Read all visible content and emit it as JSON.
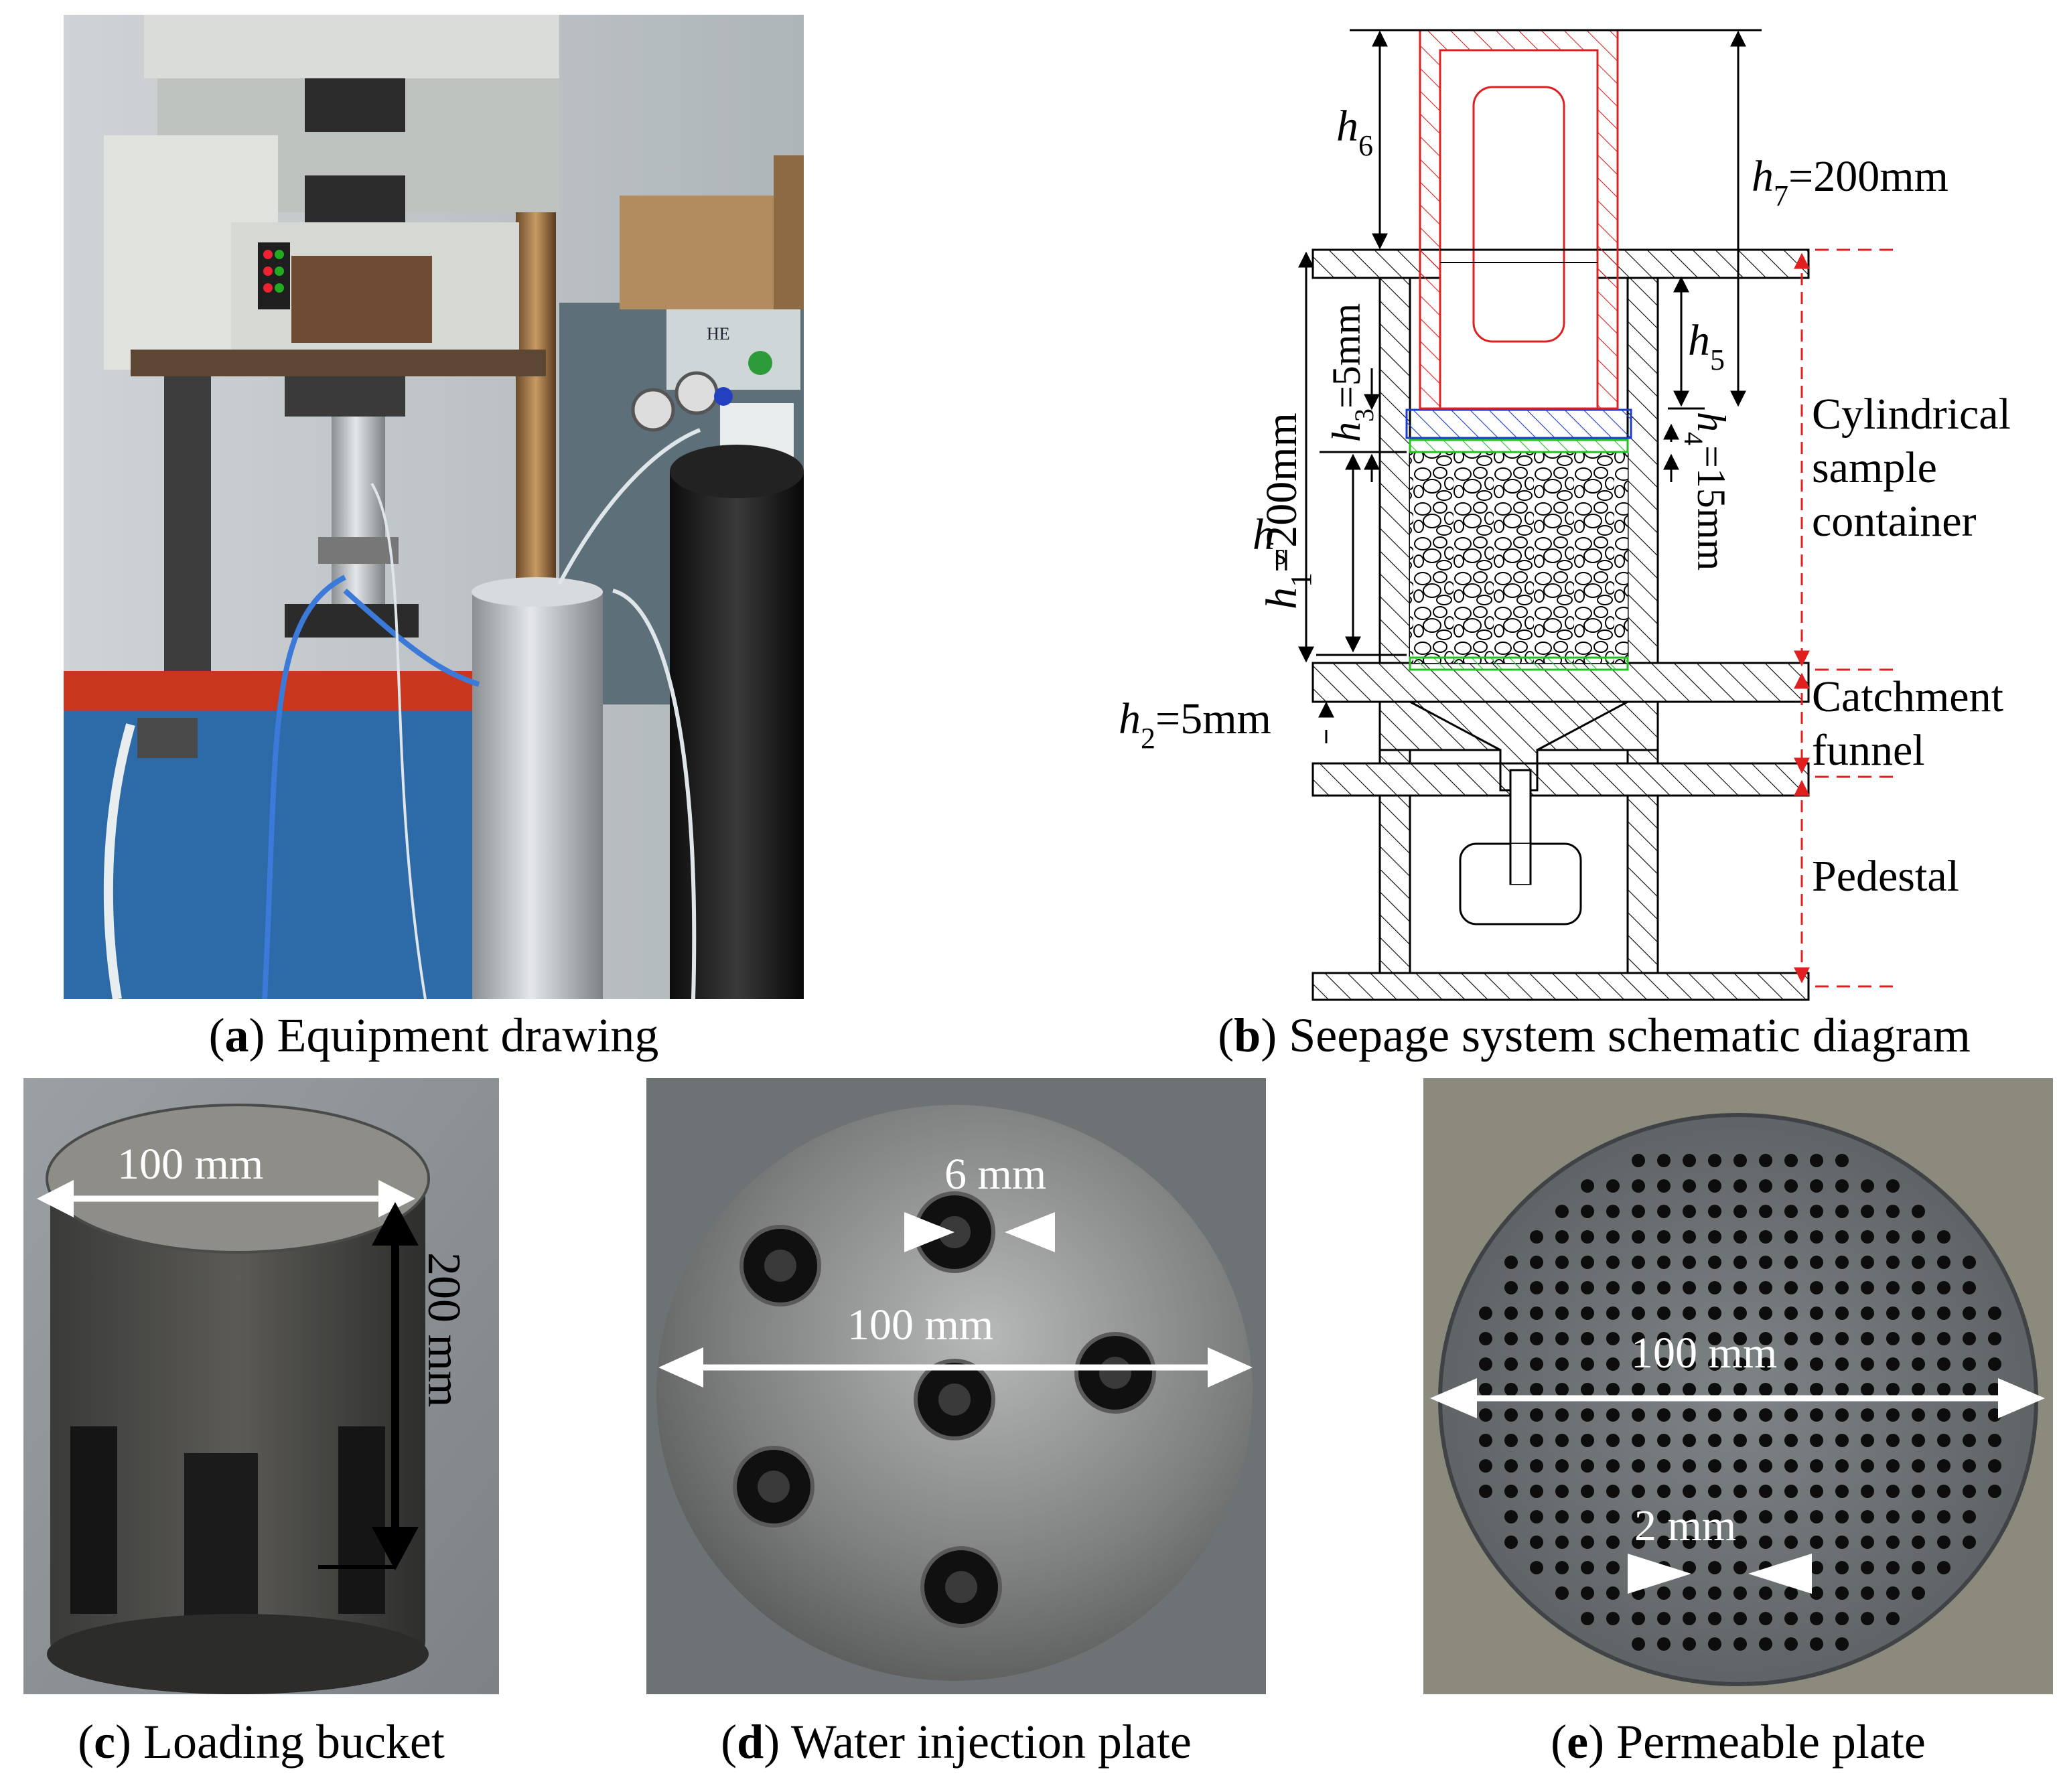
{
  "panels": {
    "a": {
      "letter": "a",
      "caption": "Equipment drawing",
      "label_HE": "HE"
    },
    "b": {
      "letter": "b",
      "caption": "Seepage system schematic diagram",
      "labels": {
        "h6": "h",
        "h6_sub": "6",
        "h7": "h",
        "h7_sub": "7",
        "h7_val": "=200mm",
        "h5": "h",
        "h5_sub": "5",
        "h3": "h",
        "h3_sub": "3",
        "h3_val": "=5mm",
        "h4": "h",
        "h4_sub": "4",
        "h4_val": "=15mm",
        "h1": "h",
        "h1_sub": "1",
        "h1_val": "=200mm",
        "hs": "h",
        "hs_sub": "s",
        "h2": "h",
        "h2_sub": "2",
        "h2_val": "=5mm"
      },
      "sections": {
        "cyl_line1": "Cylindrical",
        "cyl_line2": "sample",
        "cyl_line3": "container",
        "catch_line1": "Catchment",
        "catch_line2": "funnel",
        "pedestal": "Pedestal"
      },
      "colors": {
        "loading_bucket": "#e02020",
        "injection_plate": "#1a3ccf",
        "permeable_plate": "#22c022",
        "dims_dashed": "#e02020"
      }
    },
    "c": {
      "letter": "c",
      "caption": "Loading bucket",
      "dim_width": "100 mm",
      "dim_height": "200 mm"
    },
    "d": {
      "letter": "d",
      "caption": "Water injection plate",
      "dim_hole": "6 mm",
      "dim_width": "100 mm"
    },
    "e": {
      "letter": "e",
      "caption": "Permeable plate",
      "dim_width": "100 mm",
      "dim_hole": "2 mm"
    }
  }
}
